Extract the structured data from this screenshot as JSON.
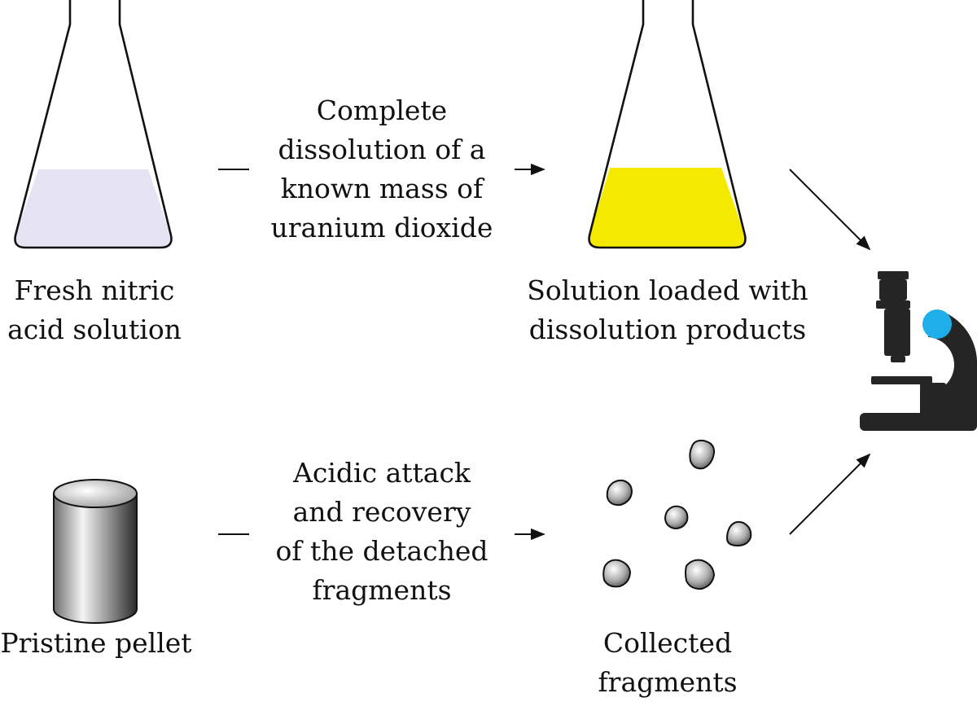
{
  "top_row": {
    "start_label_line1": "Fresh nitric",
    "start_label_line2": "acid solution",
    "step_line1": "Complete",
    "step_line2": "dissolution of a",
    "step_line3": "known mass of",
    "step_line4": "uranium dioxide",
    "end_label_line1": "Solution loaded with",
    "end_label_line2": "dissolution products",
    "fresh_solution_color": "#e6e3f3",
    "loaded_solution_color": "#f3ea00"
  },
  "bottom_row": {
    "start_label": "Pristine pellet",
    "step_line1": "Acidic attack",
    "step_line2": "and recovery",
    "step_line3": "of the detached",
    "step_line4": "fragments",
    "end_label_line1": "Collected",
    "end_label_line2": "fragments"
  },
  "icons": [
    "erlenmeyer-flask-icon",
    "cylinder-pellet-icon",
    "fragment-icon",
    "microscope-icon",
    "arrow-icon"
  ],
  "colors": {
    "microscope_body": "#252525",
    "microscope_lens": "#1eaee9",
    "stroke": "#111111"
  }
}
